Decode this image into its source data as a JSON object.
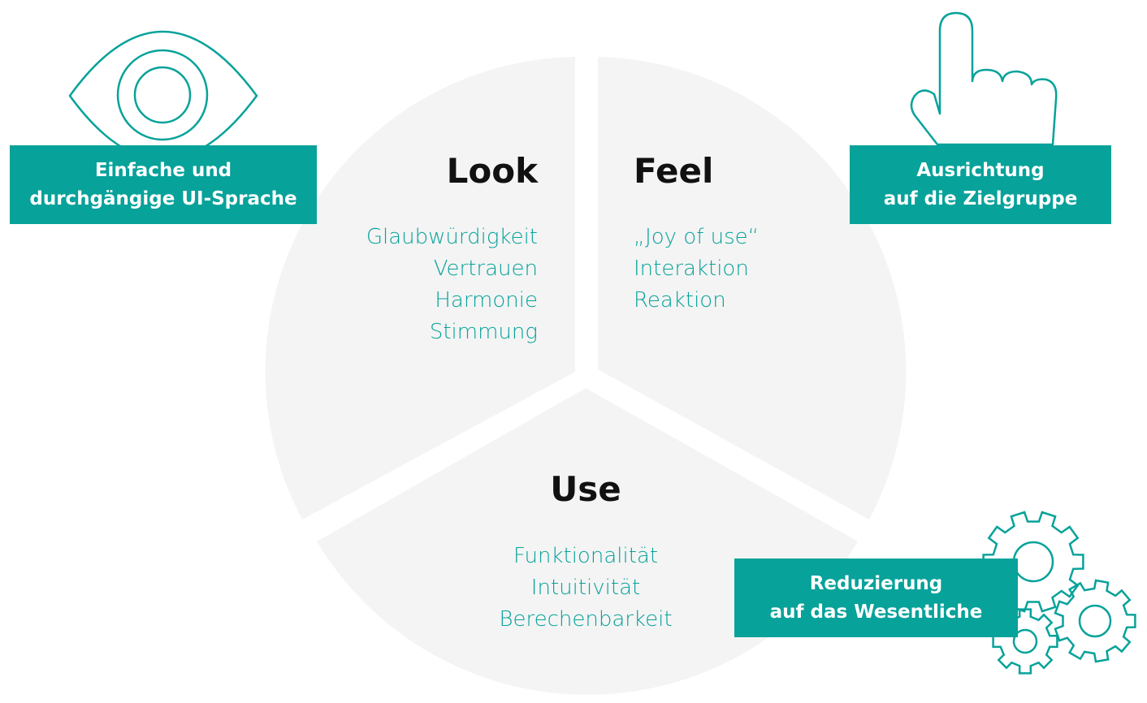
{
  "colors": {
    "accent": "#07a29a",
    "segment_fill": "#f4f4f4",
    "title_text": "#111111",
    "callout_text": "#ffffff"
  },
  "segments": {
    "look": {
      "title": "Look",
      "items": [
        "Glaubwürdigkeit",
        "Vertrauen",
        "Harmonie",
        "Stimmung"
      ]
    },
    "feel": {
      "title": "Feel",
      "items": [
        "„Joy of use“",
        "Interaktion",
        "Reaktion"
      ]
    },
    "use": {
      "title": "Use",
      "items": [
        "Funktionalität",
        "Intuitivität",
        "Berechenbarkeit"
      ]
    }
  },
  "callouts": {
    "look": {
      "line1": "Einfache und",
      "line2": "durchgängige UI-Sprache",
      "icon": "eye-icon"
    },
    "feel": {
      "line1": "Ausrichtung",
      "line2": "auf die Zielgruppe",
      "icon": "pointing-hand-icon"
    },
    "use": {
      "line1": "Reduzierung",
      "line2": "auf das Wesentliche",
      "icon": "gears-icon"
    }
  }
}
